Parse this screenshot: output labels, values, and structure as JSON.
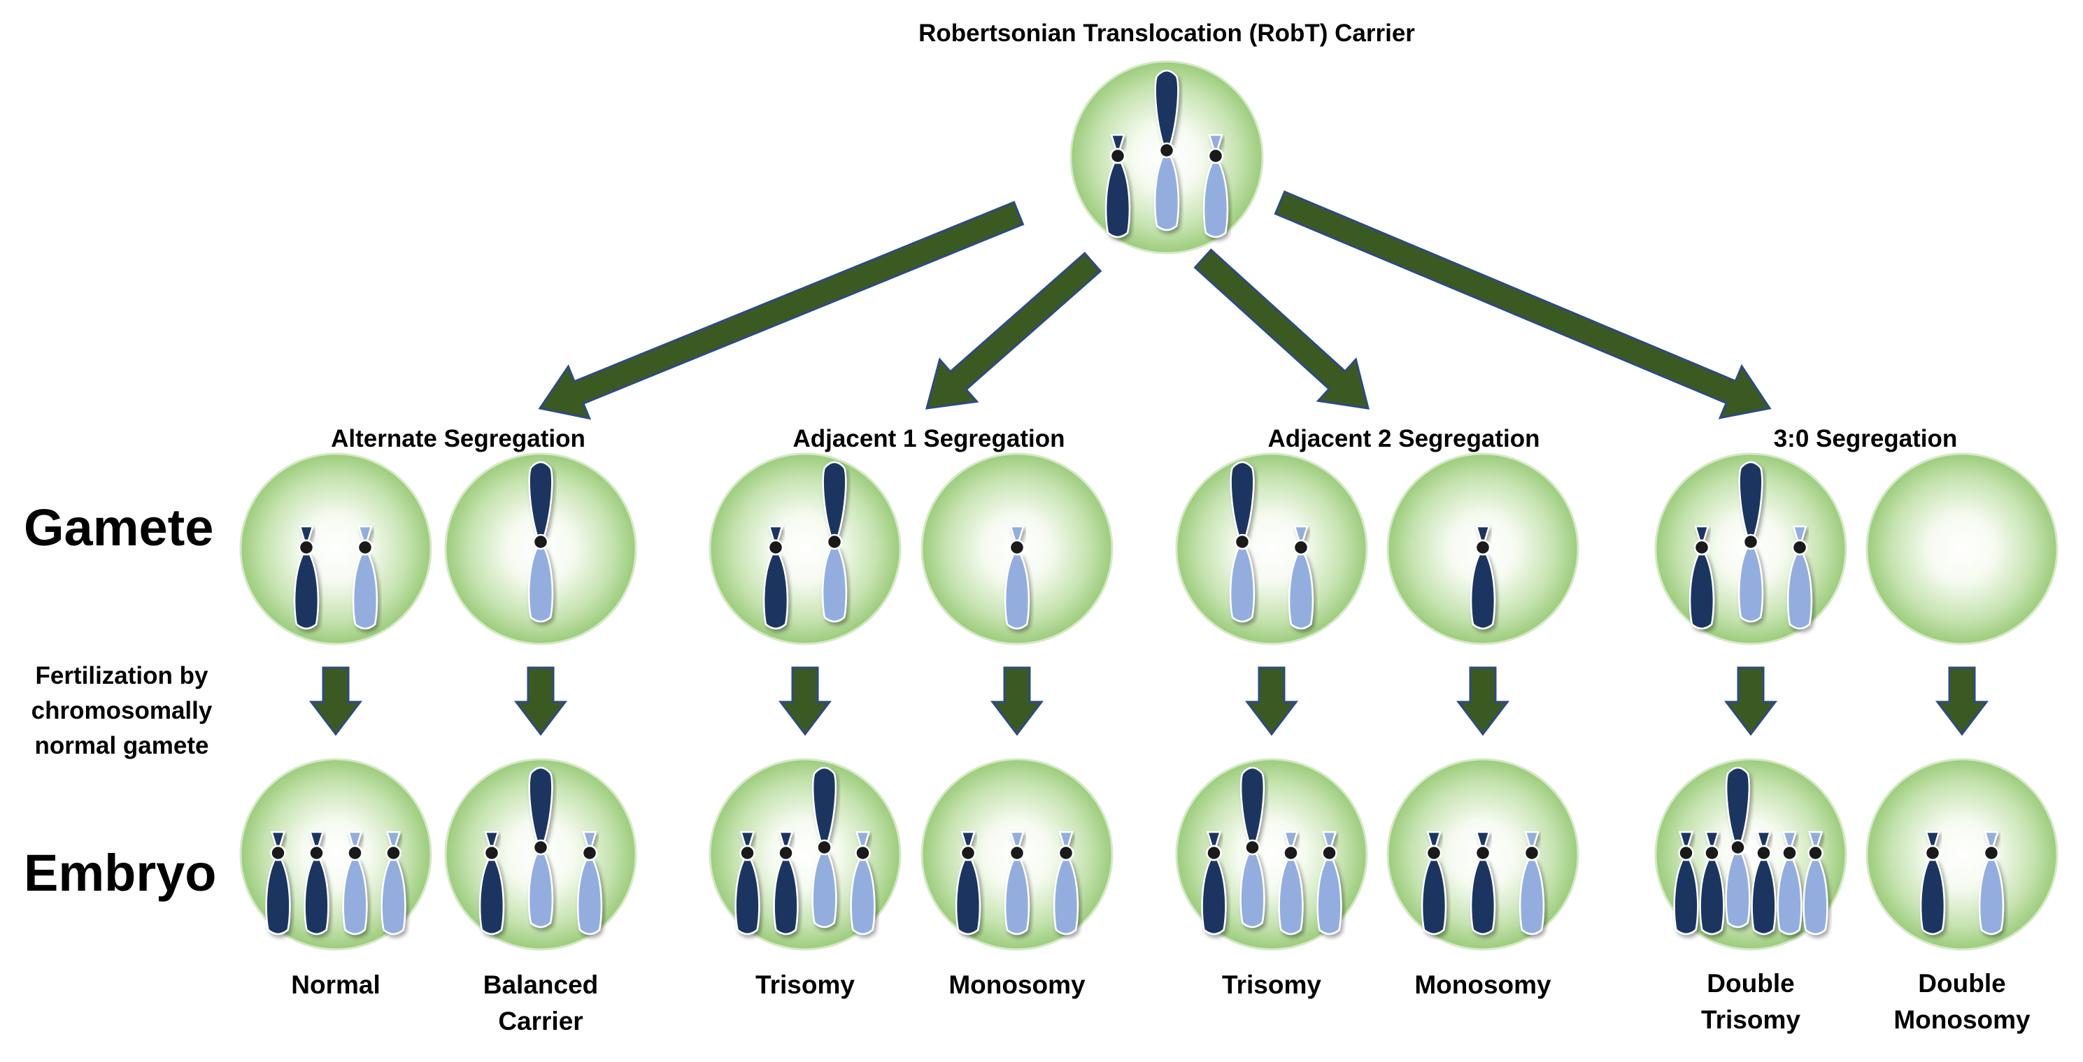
{
  "title": "Robertsonian Translocation (RobT) Carrier",
  "row_labels": {
    "gamete": "Gamete",
    "embryo": "Embryo"
  },
  "fertilization_label": [
    "Fertilization by",
    "chromosomally",
    "normal gamete"
  ],
  "segregations": [
    {
      "name": "Alternate Segregation",
      "gametes": [
        [
          "dark-acro",
          "light-acro"
        ],
        [
          "robt"
        ]
      ],
      "embryos": [
        [
          "dark-acro",
          "dark-acro",
          "light-acro",
          "light-acro"
        ],
        [
          "dark-acro",
          "robt",
          "light-acro"
        ]
      ],
      "outcomes": [
        [
          "Normal"
        ],
        [
          "Balanced",
          "Carrier"
        ]
      ]
    },
    {
      "name": "Adjacent 1 Segregation",
      "gametes": [
        [
          "dark-acro",
          "robt"
        ],
        [
          "light-acro"
        ]
      ],
      "embryos": [
        [
          "dark-acro",
          "dark-acro",
          "robt",
          "light-acro"
        ],
        [
          "dark-acro",
          "light-acro",
          "light-acro"
        ]
      ],
      "outcomes": [
        [
          "Trisomy"
        ],
        [
          "Monosomy"
        ]
      ]
    },
    {
      "name": "Adjacent 2 Segregation",
      "gametes": [
        [
          "robt",
          "light-acro"
        ],
        [
          "dark-acro"
        ]
      ],
      "embryos": [
        [
          "dark-acro",
          "robt",
          "light-acro",
          "light-acro"
        ],
        [
          "dark-acro",
          "dark-acro",
          "light-acro"
        ]
      ],
      "outcomes": [
        [
          "Trisomy"
        ],
        [
          "Monosomy"
        ]
      ]
    },
    {
      "name": "3:0 Segregation",
      "gametes": [
        [
          "dark-acro",
          "robt",
          "light-acro"
        ],
        []
      ],
      "embryos": [
        [
          "dark-acro",
          "dark-acro",
          "robt",
          "dark-acro",
          "light-acro",
          "light-acro"
        ],
        [
          "dark-acro",
          "light-acro"
        ]
      ],
      "outcomes": [
        [
          "Double",
          "Trisomy"
        ],
        [
          "Double",
          "Monosomy"
        ]
      ]
    }
  ],
  "carrier_chromosomes": [
    "dark-acro",
    "robt",
    "light-acro"
  ],
  "colors": {
    "dark_chromosome": "#1c3461",
    "light_chromosome": "#93aede",
    "centromere": "#1a1a1a",
    "cell_center": "#ffffff",
    "cell_edge": "#9ccc7c",
    "cell_outline": "#d5e9c6",
    "arrow_fill": "#3b5a22",
    "arrow_stroke": "#2e4a82"
  }
}
